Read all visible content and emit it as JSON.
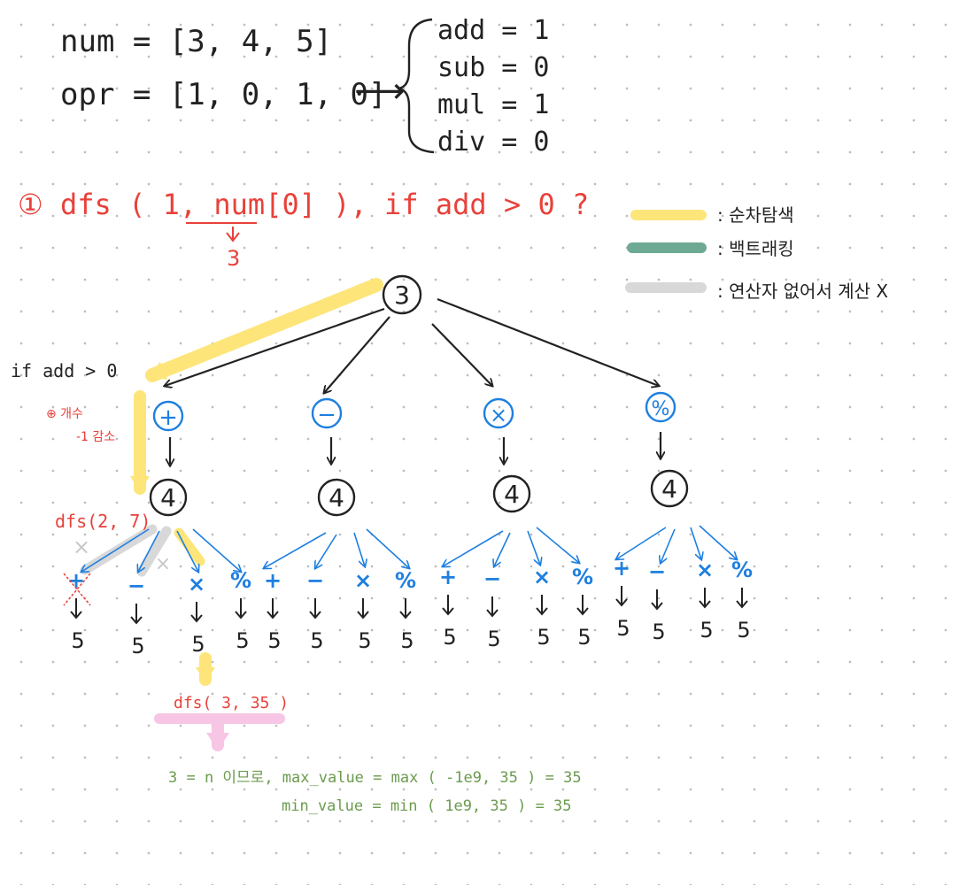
{
  "header": {
    "num_line": "num = [3, 4, 5]",
    "opr_line": "opr = [1, 0, 1, 0]",
    "arrow": "⟶",
    "counts": [
      "add = 1",
      "sub = 0",
      "mul = 1",
      "div = 0"
    ]
  },
  "step1": {
    "marker": "①",
    "title": "dfs ( 1, num[0] ), if add > 0 ?",
    "note_value": "3"
  },
  "legend": [
    {
      "label": ": 순차탐색",
      "color": "#fde57a"
    },
    {
      "label": ": 백트래킹",
      "color": "#6ea994"
    },
    {
      "label": ": 연산자 없어서 계산 X",
      "color": "#d8d8d8"
    }
  ],
  "tree": {
    "root": "3",
    "operators": [
      "+",
      "−",
      "×",
      "%"
    ],
    "second_level_value": "4",
    "leaf_ops": [
      "+",
      "−",
      "×",
      "%"
    ],
    "leaf_value": "5"
  },
  "annotations": {
    "if_add": "if add > 0",
    "decrease_line1": "⊕ 개수",
    "decrease_line2": "-1 감소",
    "dfs_2_7": "dfs(2, 7)",
    "cross": "×",
    "dfs_3_35": "dfs( 3, 35 )",
    "result_line1": "3 = n 이므로,  max_value = max ( -1e9, 35 ) = 35",
    "result_line2": "min_value = min ( 1e9, 35 ) = 35"
  },
  "colors": {
    "ink": "#222222",
    "red": "#e8413a",
    "blue": "#1e7fe0",
    "green": "#6b9b4e",
    "yellow": "#fde57a",
    "teal": "#6ea994",
    "gray": "#d8d8d8",
    "pink": "#f7c6e4"
  }
}
